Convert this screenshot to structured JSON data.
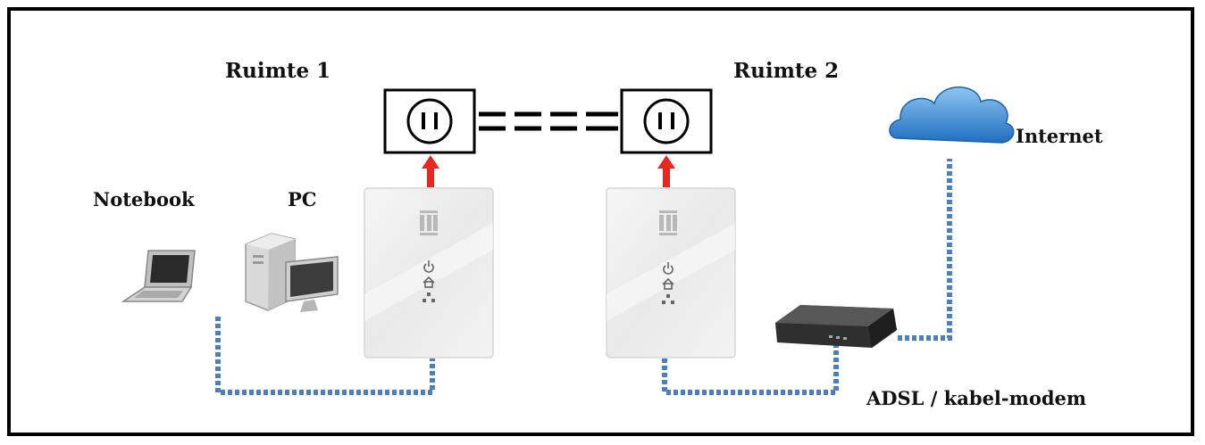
{
  "labels": {
    "room1": "Ruimte 1",
    "room2": "Ruimte 2",
    "internet": "Internet",
    "notebook": "Notebook",
    "pc": "PC",
    "modem": "ADSL / kabel-modem"
  },
  "colors": {
    "border": "#000000",
    "arrow": "#e8281e",
    "network_cable": "#4a7fc0",
    "cloud": "#2f86d6",
    "adapter": "#eeeeee",
    "modem": "#3a3a3a"
  },
  "icons": [
    "power-outlet-icon",
    "powerline-adapter-icon",
    "laptop-icon",
    "desktop-pc-icon",
    "cloud-icon",
    "modem-icon",
    "arrow-up-icon",
    "power-led-icon",
    "home-led-icon",
    "network-led-icon"
  ]
}
